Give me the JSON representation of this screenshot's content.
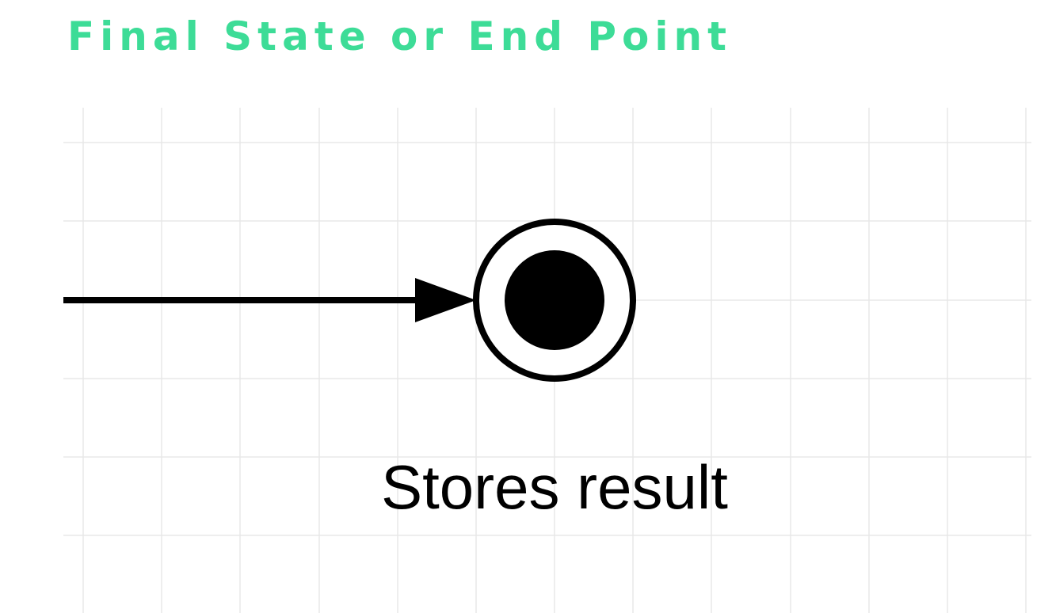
{
  "heading": {
    "text": "Final State or End Point",
    "color": "#3ddc97"
  },
  "diagram": {
    "grid_color": "#e8e8e8",
    "stroke_color": "#000000",
    "node": {
      "shape": "final-state",
      "label": "Stores result"
    },
    "edge": {
      "direction": "incoming-from-left",
      "arrowhead": "filled-triangle"
    }
  }
}
